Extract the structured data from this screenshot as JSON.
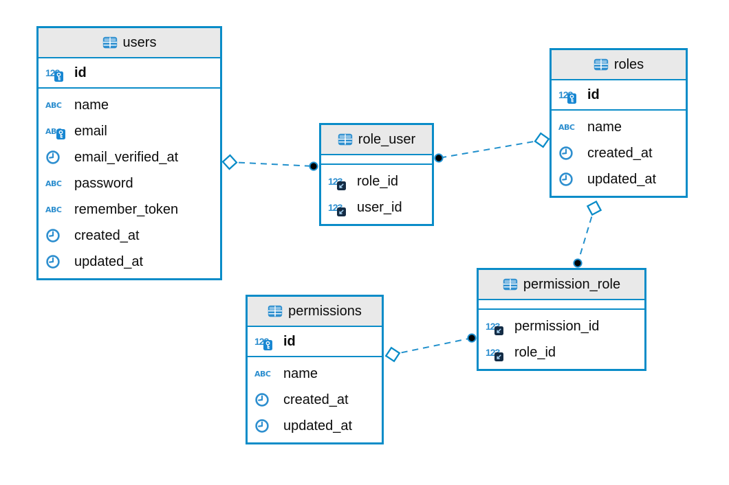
{
  "colors": {
    "accent": "#0a8cc8",
    "icon_blue": "#2e8fcf",
    "header_background": "#e9e9e9",
    "text": "#0b0b0b",
    "dot_fill": "#000000",
    "diamond_fill": "#ffffff",
    "fk_badge": "#142c45",
    "key_badge": "#1887d2",
    "canvas_background": "#ffffff"
  },
  "icons": {
    "table": "table-icon",
    "integer-primary-key": "numeric-type-icon + primary-key-badge",
    "integer-foreign-key": "numeric-type-icon + foreign-key-badge",
    "string": "string-type-icon",
    "string-unique-key": "string-type-icon + key-badge",
    "datetime": "clock-type-icon"
  },
  "tables": [
    {
      "name": "users",
      "pk_columns": [
        {
          "name": "id",
          "type": "integer-primary-key"
        }
      ],
      "columns": [
        {
          "name": "name",
          "type": "string"
        },
        {
          "name": "email",
          "type": "string-unique-key"
        },
        {
          "name": "email_verified_at",
          "type": "datetime"
        },
        {
          "name": "password",
          "type": "string"
        },
        {
          "name": "remember_token",
          "type": "string"
        },
        {
          "name": "created_at",
          "type": "datetime"
        },
        {
          "name": "updated_at",
          "type": "datetime"
        }
      ]
    },
    {
      "name": "role_user",
      "pk_columns": [],
      "columns": [
        {
          "name": "role_id",
          "type": "integer-foreign-key"
        },
        {
          "name": "user_id",
          "type": "integer-foreign-key"
        }
      ]
    },
    {
      "name": "roles",
      "pk_columns": [
        {
          "name": "id",
          "type": "integer-primary-key"
        }
      ],
      "columns": [
        {
          "name": "name",
          "type": "string"
        },
        {
          "name": "created_at",
          "type": "datetime"
        },
        {
          "name": "updated_at",
          "type": "datetime"
        }
      ]
    },
    {
      "name": "permissions",
      "pk_columns": [
        {
          "name": "id",
          "type": "integer-primary-key"
        }
      ],
      "columns": [
        {
          "name": "name",
          "type": "string"
        },
        {
          "name": "created_at",
          "type": "datetime"
        },
        {
          "name": "updated_at",
          "type": "datetime"
        }
      ]
    },
    {
      "name": "permission_role",
      "pk_columns": [],
      "columns": [
        {
          "name": "permission_id",
          "type": "integer-foreign-key"
        },
        {
          "name": "role_id",
          "type": "integer-foreign-key"
        }
      ]
    }
  ],
  "relations": [
    {
      "from": "users",
      "to": "role_user",
      "cardinality": "one-to-many"
    },
    {
      "from": "roles",
      "to": "role_user",
      "cardinality": "one-to-many"
    },
    {
      "from": "roles",
      "to": "permission_role",
      "cardinality": "one-to-many"
    },
    {
      "from": "permissions",
      "to": "permission_role",
      "cardinality": "one-to-many"
    }
  ]
}
